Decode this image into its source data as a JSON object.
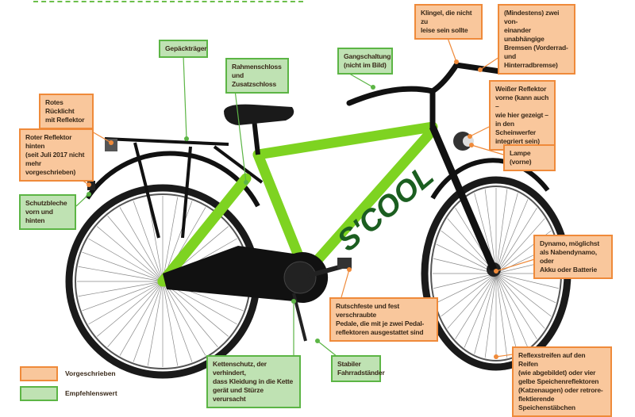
{
  "labels": {
    "gepaecktraeger": "Gepäckträger",
    "rahmenschloss": "Rahmenschloss\nund Zusatzschloss",
    "ruecklicht": "Rotes Rücklicht\nmit Reflektor",
    "reflektor_hinten": "Roter Reflektor hinten\n(seit Juli 2017 nicht\nmehr vorgeschrieben)",
    "schutzbleche": "Schutzbleche\nvorn und hinten",
    "gangschaltung": "Gangschaltung\n(nicht im Bild)",
    "klingel": "Klingel, die nicht zu\nleise sein sollte",
    "bremsen": "(Mindestens) zwei von-\neinander unabhängige\nBremsen (Vorderrad-\nund Hinterradbremse)",
    "reflektor_vorne": "Weißer Reflektor\nvorne (kann auch –\nwie hier gezeigt –\nin den Scheinwerfer\nintegriert sein)",
    "lampe": "Lampe (vorne)",
    "dynamo": "Dynamo, möglichst\nals Nabendynamo, oder\nAkku oder Batterie",
    "pedale": "Rutschfeste und fest verschraubte\nPedale, die mit je zwei Pedal-\nreflektoren ausgestattet sind",
    "kettenschutz": "Kettenschutz, der verhindert,\ndass Kleidung in die Kette\ngerät und Stürze verursacht",
    "staender": "Stabiler\nFahrradständer",
    "reflexstreifen": "Reflexstreifen auf den Reifen\n(wie abgebildet) oder vier\ngelbe Speichenreflektoren\n(Katzenaugen) oder retrore-\nflektierende Speichenstäbchen"
  },
  "legend": {
    "required": "Vorgeschrieben",
    "recommended": "Empfehlenswert"
  },
  "bike_brand": "S'COOL",
  "colors": {
    "required": "#ef8a3a",
    "recommended": "#5cb545",
    "frame": "#7ed321"
  }
}
